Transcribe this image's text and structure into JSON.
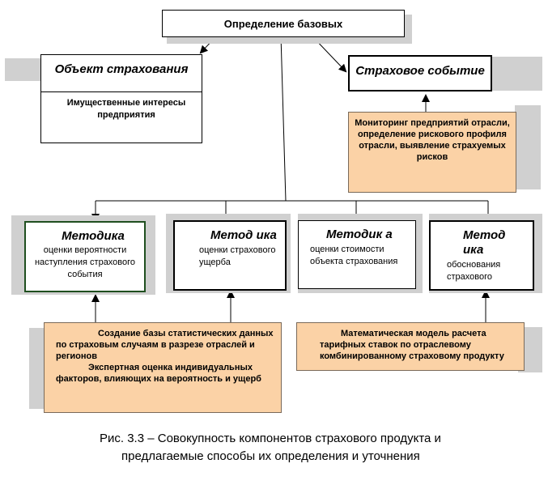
{
  "top": {
    "title": "Определение базовых"
  },
  "object_box": {
    "title": "Объект страхования",
    "description": "Имущественные интересы предприятия"
  },
  "event_box": {
    "title": "Страховое событие"
  },
  "monitoring": {
    "text": "Мониторинг предприятий отрасли, определение рискового профиля отрасли, выявление страхуемых рисков"
  },
  "methods": [
    {
      "title": "Методика",
      "description": "оценки вероятности наступления страхового события"
    },
    {
      "title": "Метод ика",
      "description": "оценки страхового ущерба"
    },
    {
      "title": "Методик а",
      "description": "оценки стоимости объекта страхования"
    },
    {
      "title": "Метод ика",
      "description": "обоснования страхового"
    }
  ],
  "bottom_left": {
    "line1": "Создание базы статистических данных по страховым случаям в разрезе отраслей и регионов",
    "line2": "Экспертная оценка индивидуальных факторов, влияющих на вероятность и ущерб"
  },
  "bottom_right": {
    "text": "Математическая модель расчета тарифных ставок по отраслевому комбинированному страховому продукту"
  },
  "caption": {
    "line1": "Рис. 3.3 – Совокупность компонентов страхового продукта и",
    "line2": "предлагаемые способы их определения и уточнения"
  }
}
